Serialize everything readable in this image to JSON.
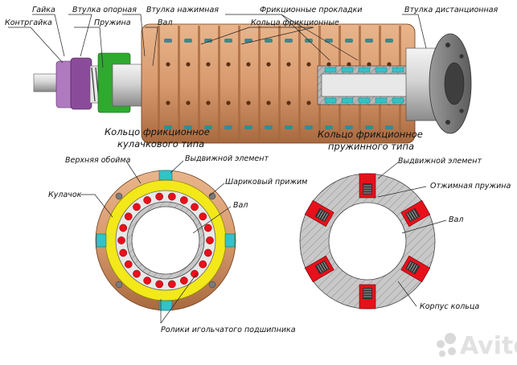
{
  "labels": {
    "gaika": "Гайка",
    "vtulka_opornaya": "Втулка опорная",
    "vtulka_nazhimnaya": "Втулка нажимная",
    "frikc_prokladki": "Фрикционные прокладки",
    "vtulka_distancionnaya": "Втулка дистанционная",
    "kontrgaika": "Контргайка",
    "pruzhina": "Пружина",
    "val_top": "Вал",
    "kolca_frikc": "Кольца фрикционные",
    "cap_kulachk_1": "Кольцо фрикционное",
    "cap_kulachk_2": "кулачкового типа",
    "cap_pruzh_1": "Кольцо фрикционное",
    "cap_pruzh_2": "пружинного типа",
    "verhnyaya_oboima": "Верхняя обойма",
    "vydvizhnoy_left": "Выдвижной элемент",
    "kulachok": "Кулачок",
    "sharikovy_prizhim": "Шариковый прижим",
    "val_left": "Вал",
    "roliki": "Ролики игольчатого подшипника",
    "vydvizhnoy_right": "Выдвижной элемент",
    "otzhimnaya_pruzhina": "Отжимная пружина",
    "val_right": "Вал",
    "korpus_kolca": "Корпус кольца",
    "watermark": "Avito"
  },
  "colors": {
    "copper": "#d89a6e",
    "copper_dark": "#a8693f",
    "steel": "#c8c8c8",
    "steel_dark": "#6e6e6e",
    "green": "#2faa2f",
    "purple": "#8a4c9a",
    "yellow": "#f2e81a",
    "teal": "#33c2c8",
    "red": "#e8101a",
    "flange": "#7a7a7a"
  },
  "icons": {
    "watermark_logo": "avito-logo-icon"
  }
}
